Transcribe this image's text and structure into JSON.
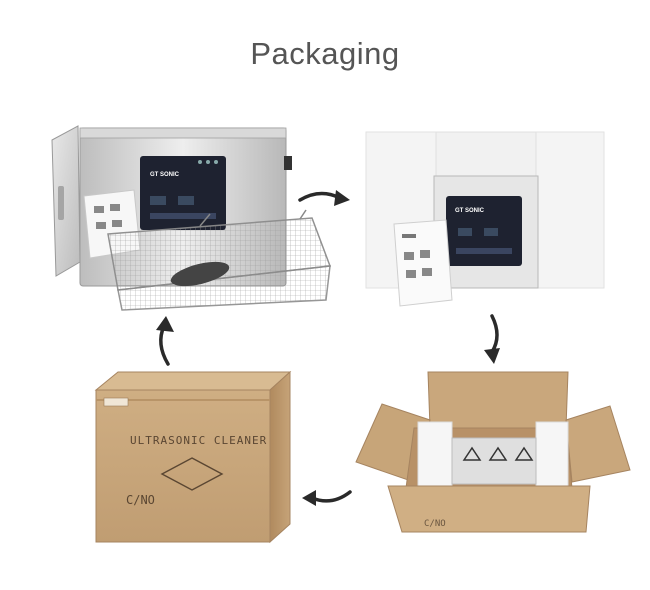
{
  "title": "Packaging",
  "images": {
    "cleaner": {
      "brand_text": "GT SONIC"
    },
    "foam_packed": {
      "brand_text": "GT SONIC"
    },
    "closed_box": {
      "label": "ULTRASONIC CLEANER",
      "serial_label": "C/NO"
    },
    "open_box": {
      "serial_label": "C/NO"
    }
  },
  "icons": [
    "arrow-right-icon",
    "arrow-down-icon",
    "arrow-left-icon",
    "arrow-up-icon"
  ],
  "colors": {
    "cardboard": "#c9a77c",
    "foam": "#f4f4f4",
    "steel": "#d6d6d6",
    "panel": "#1e2230",
    "arrow": "#2a2a2a"
  }
}
